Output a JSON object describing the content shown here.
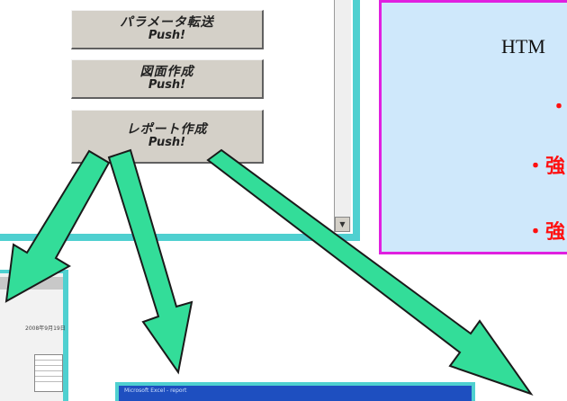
{
  "buttons": [
    {
      "label": "パラメータ転送",
      "sub": "Push!"
    },
    {
      "label": "図面作成",
      "sub": "Push!"
    },
    {
      "label": "レポート作成",
      "sub": "Push!"
    }
  ],
  "scrollbar": {
    "down_glyph": "▼"
  },
  "note": {
    "heading": "HTM",
    "items": [
      "・保",
      "・強",
      "・強"
    ]
  },
  "thumb_left": {
    "date_text": "2008年9月19日"
  },
  "thumb_mid": {
    "title_text": "Microsoft Excel - report"
  },
  "colors": {
    "frame": "#4fd0d0",
    "arrow": "#33dd99",
    "note_border": "#e020e0",
    "note_bg": "#cfe8fb",
    "note_item": "#ff1010"
  }
}
